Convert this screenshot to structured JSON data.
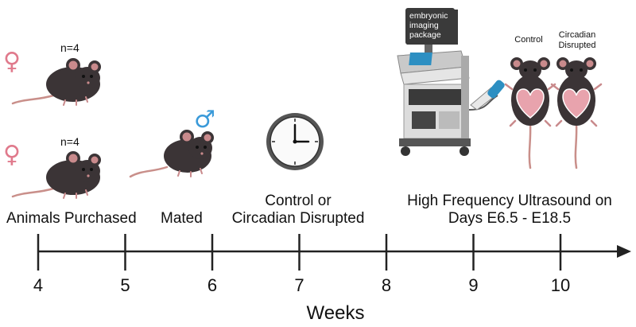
{
  "colors": {
    "female": "#e07a8c",
    "male": "#3a9ad9",
    "mouse_body": "#3b3436",
    "mouse_ear": "#c98a8c",
    "tail": "#c98f8a",
    "axis": "#222222",
    "heart": "#e8a3ad"
  },
  "female_symbol": "♀",
  "male_symbol": "♂",
  "group1_n": "n=4",
  "group2_n": "n=4",
  "stages": {
    "purchased": "Animals Purchased",
    "mated": "Mated",
    "control_line1": "Control or",
    "control_line2": "Circadian Disrupted",
    "ultrasound_line1": "High Frequency Ultrasound on",
    "ultrasound_line2": "Days E6.5 - E18.5"
  },
  "machine_label": [
    "embryonic",
    "imaging",
    "package"
  ],
  "mouse_labels": {
    "control": "Control",
    "disrupted_line1": "Circadian",
    "disrupted_line2": "Disrupted"
  },
  "axis": {
    "ticks": [
      "4",
      "5",
      "6",
      "7",
      "8",
      "9",
      "10"
    ],
    "label": "Weeks"
  },
  "icons": [
    "female-symbol-icon",
    "male-symbol-icon",
    "mouse-icon",
    "clock-icon",
    "ultrasound-machine-icon",
    "ultrasound-probe-icon",
    "pregnant-mouse-icon"
  ]
}
